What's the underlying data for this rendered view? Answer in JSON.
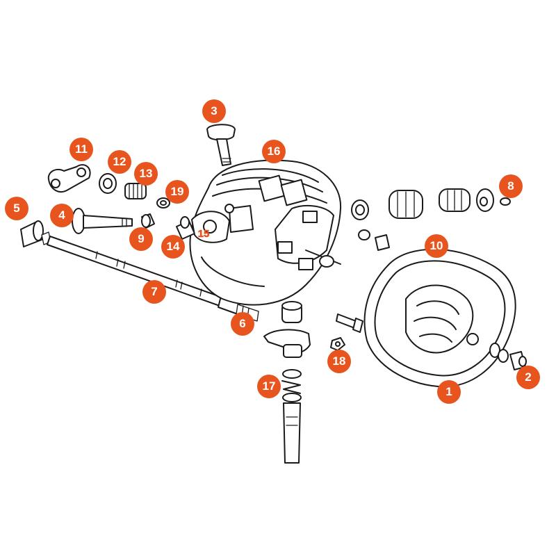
{
  "diagram": {
    "callouts": [
      {
        "id": "1",
        "label": "1",
        "part": "head-cover"
      },
      {
        "id": "2",
        "label": "2",
        "part": "cap-nut"
      },
      {
        "id": "3",
        "label": "3",
        "part": "valve-top"
      },
      {
        "id": "4",
        "label": "4",
        "part": "valve-left"
      },
      {
        "id": "5",
        "label": "5",
        "part": "tube-cap"
      },
      {
        "id": "6",
        "label": "6",
        "part": "tube-nipple"
      },
      {
        "id": "7",
        "label": "7",
        "part": "push-rod-tube"
      },
      {
        "id": "8",
        "label": "8",
        "part": "valve-keeper-right"
      },
      {
        "id": "9",
        "label": "9",
        "part": "spring-cap-left"
      },
      {
        "id": "10",
        "label": "10",
        "part": "cover-rim"
      },
      {
        "id": "11",
        "label": "11",
        "part": "link-plate"
      },
      {
        "id": "12",
        "label": "12",
        "part": "washer-cup"
      },
      {
        "id": "13",
        "label": "13",
        "part": "valve-spring-left"
      },
      {
        "id": "14",
        "label": "14",
        "part": "stud-pin"
      },
      {
        "id": "15",
        "label": "15",
        "part": "rocker-bracket"
      },
      {
        "id": "16",
        "label": "16",
        "part": "cylinder-head"
      },
      {
        "id": "17",
        "label": "17",
        "part": "spring-clip"
      },
      {
        "id": "18",
        "label": "18",
        "part": "small-nut"
      },
      {
        "id": "19",
        "label": "19",
        "part": "o-ring-left"
      }
    ],
    "colors": {
      "accent": "#e8541d",
      "line": "#1a1a1a",
      "background": "#ffffff"
    }
  }
}
